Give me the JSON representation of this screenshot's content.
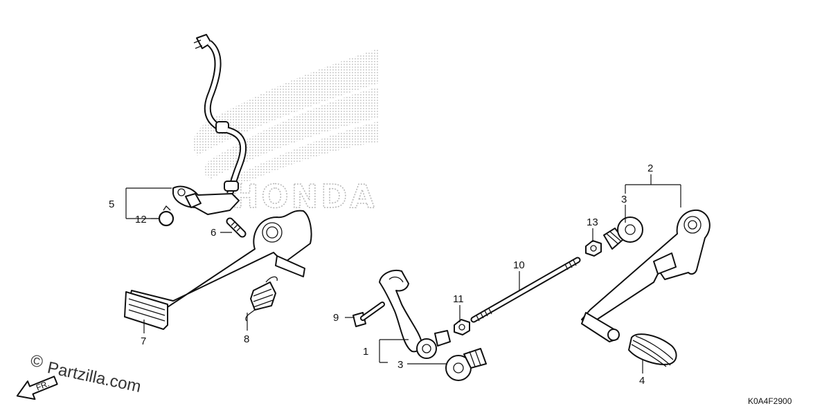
{
  "callouts": [
    {
      "id": "c1",
      "label": "1"
    },
    {
      "id": "c2",
      "label": "2"
    },
    {
      "id": "c3a",
      "label": "3"
    },
    {
      "id": "c3b",
      "label": "3"
    },
    {
      "id": "c4",
      "label": "4"
    },
    {
      "id": "c5",
      "label": "5"
    },
    {
      "id": "c6",
      "label": "6"
    },
    {
      "id": "c7",
      "label": "7"
    },
    {
      "id": "c8",
      "label": "8"
    },
    {
      "id": "c9",
      "label": "9"
    },
    {
      "id": "c10",
      "label": "10"
    },
    {
      "id": "c11",
      "label": "11"
    },
    {
      "id": "c12",
      "label": "12"
    },
    {
      "id": "c13",
      "label": "13"
    }
  ],
  "diagram_code": "K0A4F2900",
  "watermark": {
    "text": "Partzilla.com",
    "copyright": "©"
  },
  "background_logo": {
    "text": "HONDA"
  },
  "direction_arrow": {
    "label": "FR."
  },
  "colors": {
    "ink": "#111111",
    "watermark": "#333333",
    "logo_dots": "#b5b5b5"
  }
}
